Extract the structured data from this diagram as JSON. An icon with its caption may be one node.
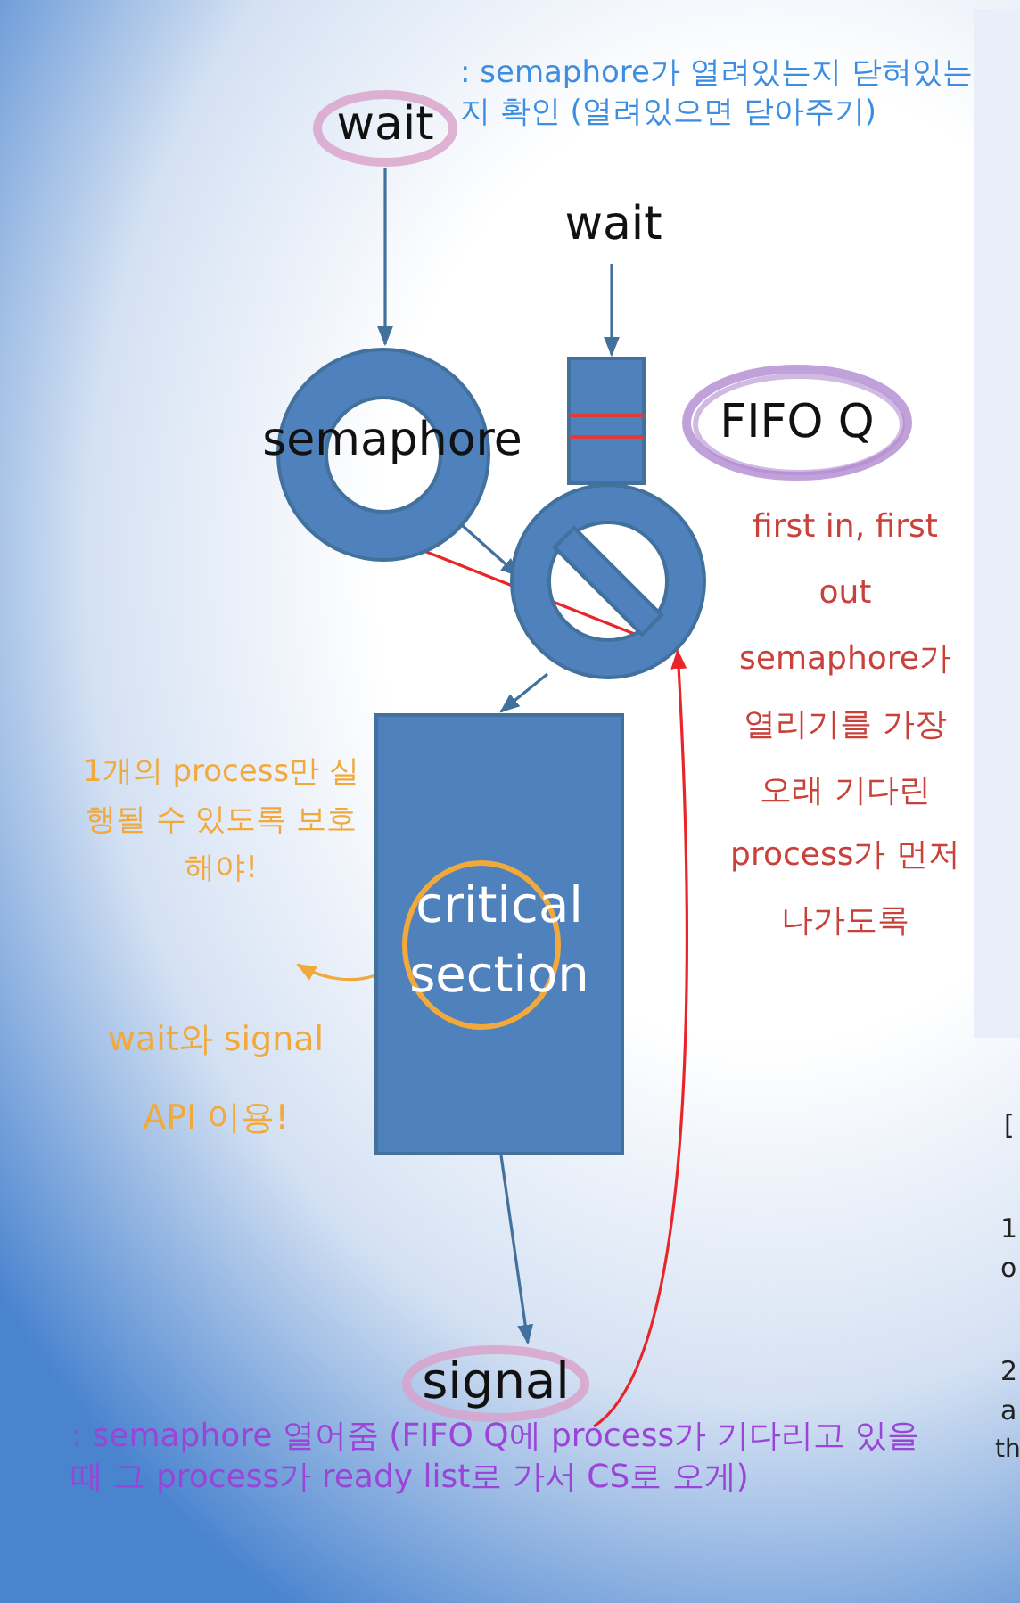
{
  "diagram": {
    "nodes": [
      {
        "text": [
          "wait"
        ]
      },
      {
        "text": [
          "wait"
        ]
      },
      {
        "text": [
          "semaphore"
        ]
      },
      {
        "text": [],
        "shape": "box"
      },
      {
        "text": [],
        "shape": "circle"
      },
      {
        "text": [
          "critical section"
        ]
      },
      {
        "text": [
          "signal"
        ]
      },
      {
        "text": [
          "1개의 process만 실행될 수 있도록 보호해야!"
        ]
      }
    ],
    "edges": [
      {
        "from": 0,
        "to": 2,
        "arrow": "to"
      },
      {
        "from": 1,
        "to": 3,
        "arrow": "to"
      },
      {
        "from": 2,
        "to": 4,
        "arrow": "to"
      },
      {
        "from": 4,
        "to": 2,
        "arrow": "to",
        "color": "#e8262a"
      },
      {
        "from": 4,
        "to": 5,
        "arrow": "to"
      },
      {
        "from": 5,
        "to": 6,
        "arrow": "to"
      },
      {
        "from": 6,
        "to": 4,
        "arrow": "to",
        "color": "#e8262a"
      },
      {
        "from": 5,
        "to": 7,
        "arrow": "to",
        "color": "#f2a93b"
      }
    ],
    "labels": [
      "FIFO Q",
      ": semaphore가 열려있는지 닫혀있는지 확인 (열려있으면 닫아주기)",
      "first in, first out semaphore가 열리기를 가장 오래 기다린 process가 먼저 나가도록",
      "wait와 signal API 이용!",
      ": semaphore 열어줌 (FIFO Q에 process가 기다리고 있을 때 그 process가 ready list로 가서 CS로 오게)",
      "[",
      "1",
      "o",
      "2",
      "a",
      "th"
    ]
  }
}
